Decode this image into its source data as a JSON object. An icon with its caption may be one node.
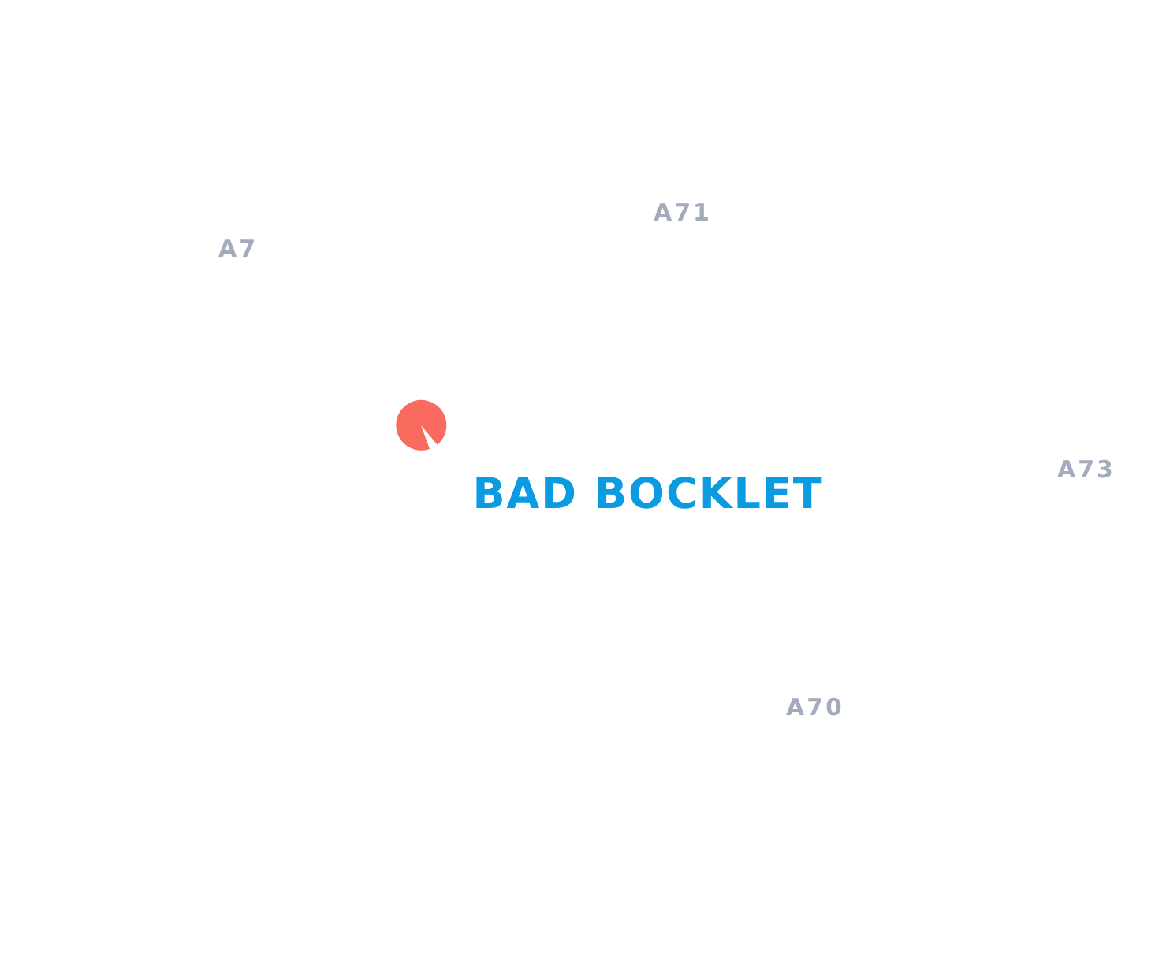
{
  "diagram": {
    "labels": [
      "A71",
      "A7",
      "A73",
      "BAD BOCKLET",
      "A70"
    ]
  }
}
